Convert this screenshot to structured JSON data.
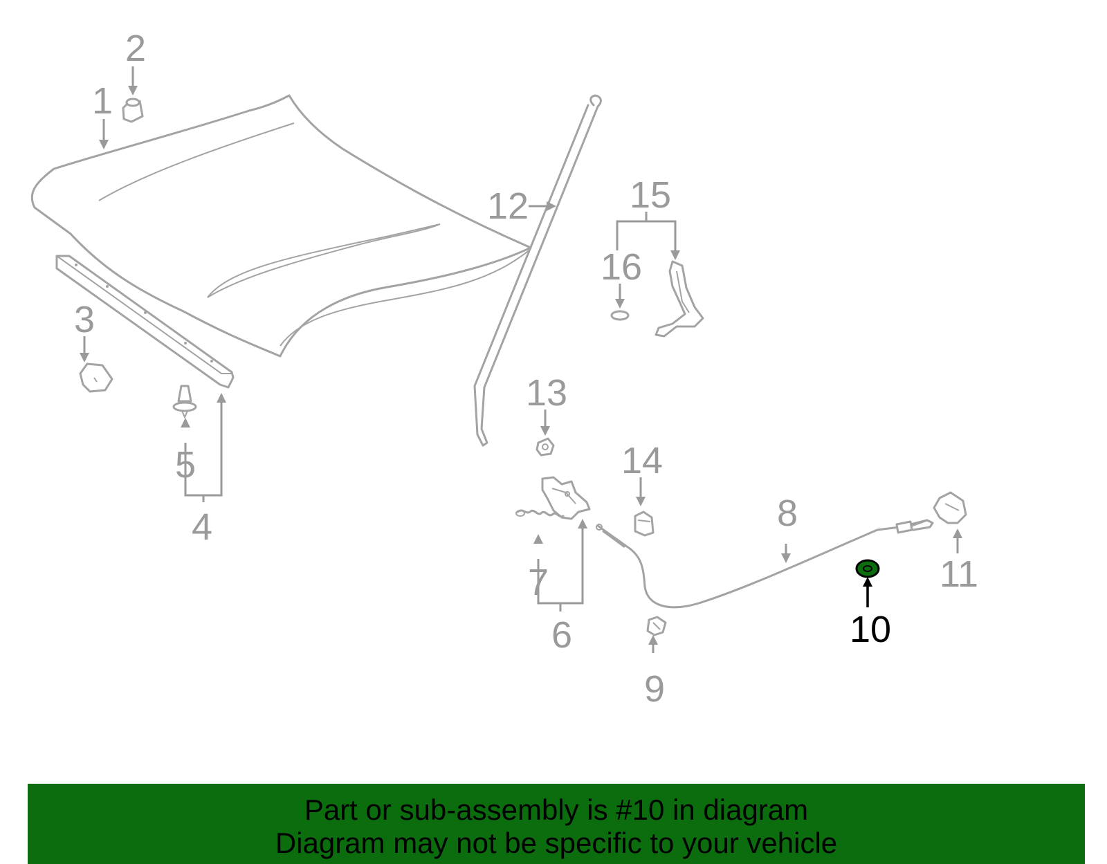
{
  "diagram": {
    "highlight_color": "#0b6d0e",
    "callouts": [
      "1",
      "2",
      "3",
      "4",
      "5",
      "6",
      "7",
      "8",
      "9",
      "10",
      "11",
      "12",
      "13",
      "14",
      "15",
      "16"
    ],
    "highlighted_callout": "10"
  },
  "banner": {
    "background": "#0b6d0e",
    "line1": "Part or sub-assembly is #10 in diagram",
    "line2": "Diagram may not be specific to your vehicle"
  }
}
